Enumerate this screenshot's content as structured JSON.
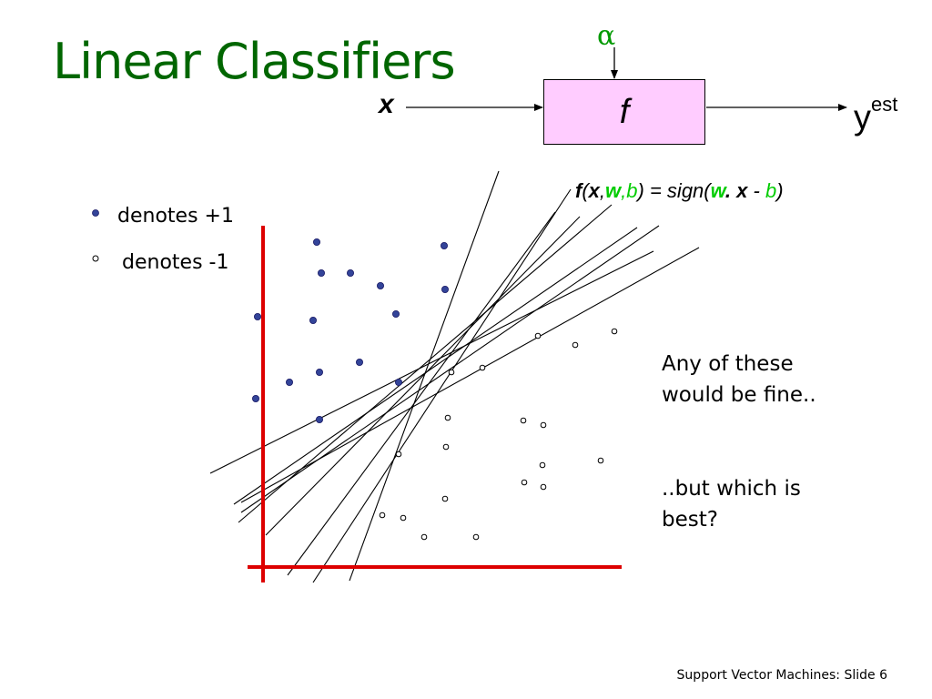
{
  "slide": {
    "title": "Linear Classifiers",
    "footer": "Support Vector Machines: Slide 6"
  },
  "model_diagram": {
    "alpha": "α",
    "input": "x",
    "function": "f",
    "output_base": "y",
    "output_sup": "est"
  },
  "formula": {
    "f": "f",
    "open": "(",
    "x": "x",
    "comma1": ",",
    "w": "w",
    "comma2": ",",
    "b": "b",
    "mid": ") = sign(",
    "w2": "w",
    "dot": ". ",
    "x2": "x",
    "minus": " - ",
    "b2": "b",
    "close": ")"
  },
  "legend": {
    "positive": "denotes +1",
    "negative": "denotes -1"
  },
  "notes": {
    "line1a": "Any of these",
    "line1b": "would be fine..",
    "line2a": "..but which is",
    "line2b": "best?"
  },
  "colors": {
    "title": "#006600",
    "axis": "#dd0000",
    "positive_point": "#334499",
    "box_fill": "#ffccff",
    "green_var": "#00cc00"
  },
  "plot_data": {
    "positive_points": [
      [
        348,
        266
      ],
      [
        488,
        270
      ],
      [
        353,
        300
      ],
      [
        385,
        300
      ],
      [
        418,
        314
      ],
      [
        489,
        318
      ],
      [
        435,
        345
      ],
      [
        283,
        348
      ],
      [
        344,
        352
      ],
      [
        395,
        398
      ],
      [
        351,
        409
      ],
      [
        318,
        420
      ],
      [
        438,
        420
      ],
      [
        281,
        438
      ],
      [
        351,
        461
      ]
    ],
    "negative_points": [
      [
        591,
        369
      ],
      [
        675,
        364
      ],
      [
        632,
        379
      ],
      [
        496,
        409
      ],
      [
        530,
        404
      ],
      [
        492,
        459
      ],
      [
        575,
        462
      ],
      [
        597,
        467
      ],
      [
        490,
        491
      ],
      [
        438,
        499
      ],
      [
        660,
        506
      ],
      [
        596,
        511
      ],
      [
        576,
        530
      ],
      [
        597,
        535
      ],
      [
        489,
        548
      ],
      [
        420,
        566
      ],
      [
        443,
        569
      ],
      [
        466,
        590
      ],
      [
        523,
        590
      ]
    ],
    "separator_lines": [
      [
        [
          548,
          188
        ],
        [
          384,
          638
        ]
      ],
      [
        [
          627,
          208
        ],
        [
          344,
          640
        ]
      ],
      [
        [
          610,
          233
        ],
        [
          316,
          632
        ]
      ],
      [
        [
          637,
          238
        ],
        [
          292,
          588
        ]
      ],
      [
        [
          672,
          225
        ],
        [
          262,
          574
        ]
      ],
      [
        [
          700,
          250
        ],
        [
          257,
          554
        ]
      ],
      [
        [
          724,
          248
        ],
        [
          265,
          563
        ]
      ],
      [
        [
          718,
          276
        ],
        [
          231,
          520
        ]
      ],
      [
        [
          768,
          272
        ],
        [
          265,
          552
        ]
      ]
    ]
  }
}
